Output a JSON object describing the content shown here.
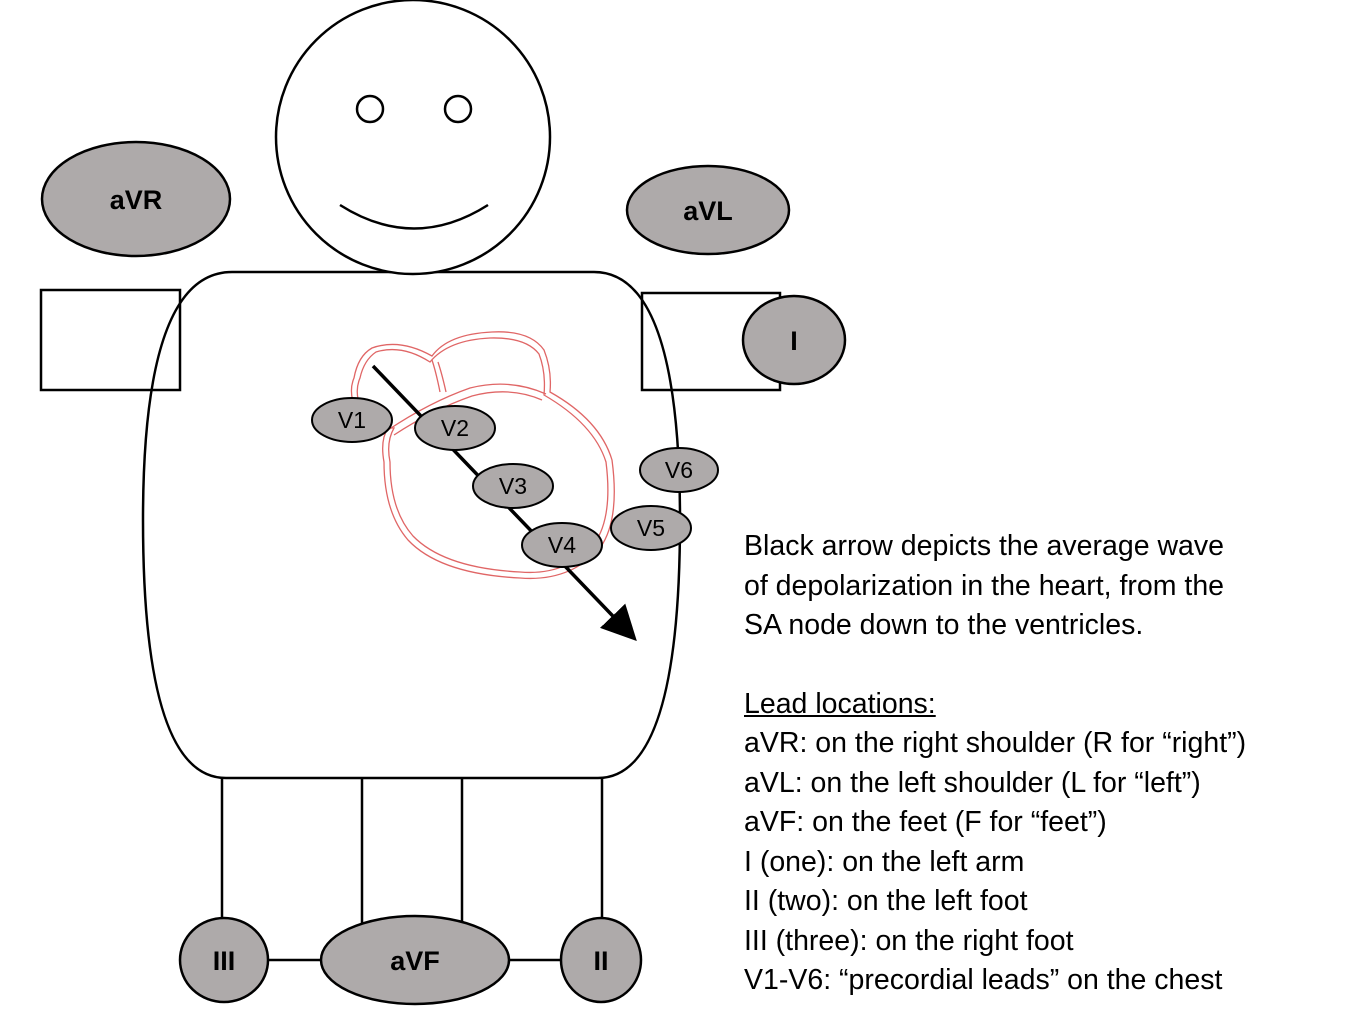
{
  "leads": {
    "avr": "aVR",
    "avl": "aVL",
    "i": "I",
    "ii": "II",
    "iii": "III",
    "avf": "aVF"
  },
  "chest_leads": [
    "V1",
    "V2",
    "V3",
    "V4",
    "V5",
    "V6"
  ],
  "caption": {
    "arrow_description": [
      "Black arrow depicts the average wave",
      "of depolarization in the heart, from the",
      "SA node down to the ventricles."
    ],
    "heading": "Lead locations:",
    "items": [
      "aVR: on the right shoulder (R for “right”)",
      "aVL: on the left shoulder (L for “left”)",
      "aVF: on the feet (F for “feet”)",
      "I (one): on the left arm",
      "II (two): on the left foot",
      "III (three): on the right foot",
      "V1-V6: “precordial leads” on the chest"
    ]
  },
  "colors": {
    "outline": "#000000",
    "lead_fill": "#aeaaaa",
    "heart": "#e06666",
    "background": "#ffffff"
  }
}
